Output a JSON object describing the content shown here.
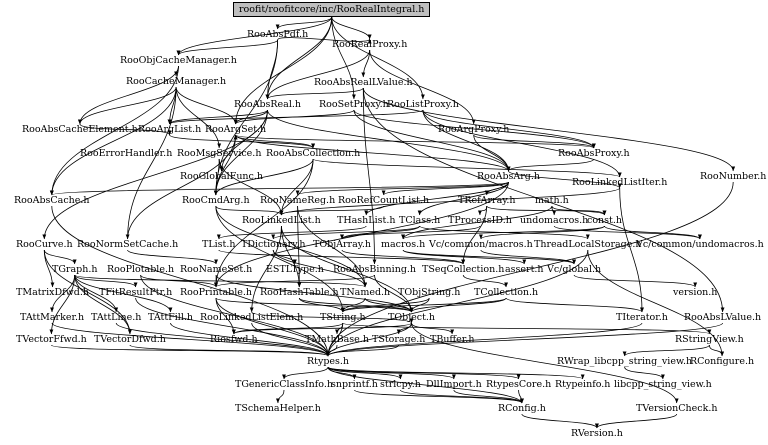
{
  "graph": {
    "root": "roofit/roofitcore/inc/RooRealIntegral.h",
    "colors": {
      "edge": "#000000",
      "root_fill": "#bfbfbf",
      "background": "#ffffff"
    },
    "nodes": [
      {
        "id": "root",
        "label": "roofit/roofitcore/inc/RooRealIntegral.h"
      },
      {
        "id": "RooAbsPdf",
        "label": "RooAbsPdf.h"
      },
      {
        "id": "RooRealProxy",
        "label": "RooRealProxy.h"
      },
      {
        "id": "RooObjCacheManager",
        "label": "RooObjCacheManager.h"
      },
      {
        "id": "RooAbsRealLValue",
        "label": "RooAbsRealLValue.h"
      },
      {
        "id": "RooCacheManager",
        "label": "RooCacheManager.h"
      },
      {
        "id": "RooAbsReal",
        "label": "RooAbsReal.h"
      },
      {
        "id": "RooSetProxy",
        "label": "RooSetProxy.h"
      },
      {
        "id": "RooListProxy",
        "label": "RooListProxy.h"
      },
      {
        "id": "RooAbsCacheElement",
        "label": "RooAbsCacheElement.h"
      },
      {
        "id": "RooArgList",
        "label": "RooArgList.h"
      },
      {
        "id": "RooArgSet",
        "label": "RooArgSet.h"
      },
      {
        "id": "RooArgProxy",
        "label": "RooArgProxy.h"
      },
      {
        "id": "RooErrorHandler",
        "label": "RooErrorHandler.h"
      },
      {
        "id": "RooMsgService",
        "label": "RooMsgService.h"
      },
      {
        "id": "RooAbsCollection",
        "label": "RooAbsCollection.h"
      },
      {
        "id": "RooAbsProxy",
        "label": "RooAbsProxy.h"
      },
      {
        "id": "RooGlobalFunc",
        "label": "RooGlobalFunc.h"
      },
      {
        "id": "RooAbsArg",
        "label": "RooAbsArg.h"
      },
      {
        "id": "RooNumber",
        "label": "RooNumber.h"
      },
      {
        "id": "RooAbsCache",
        "label": "RooAbsCache.h"
      },
      {
        "id": "RooCmdArg",
        "label": "RooCmdArg.h"
      },
      {
        "id": "RooNameReg",
        "label": "RooNameReg.h"
      },
      {
        "id": "RooRefCountList",
        "label": "RooRefCountList.h"
      },
      {
        "id": "TRefArray",
        "label": "TRefArray.h"
      },
      {
        "id": "math",
        "label": "math.h"
      },
      {
        "id": "RooLinkedListIter",
        "label": "RooLinkedListIter.h"
      },
      {
        "id": "RooLinkedList",
        "label": "RooLinkedList.h"
      },
      {
        "id": "THashList",
        "label": "THashList.h"
      },
      {
        "id": "TClass",
        "label": "TClass.h"
      },
      {
        "id": "TProcessID",
        "label": "TProcessID.h"
      },
      {
        "id": "undomacros",
        "label": "undomacros.h"
      },
      {
        "id": "const",
        "label": "const.h"
      },
      {
        "id": "RooCurve",
        "label": "RooCurve.h"
      },
      {
        "id": "RooNormSetCache",
        "label": "RooNormSetCache.h"
      },
      {
        "id": "TList",
        "label": "TList.h"
      },
      {
        "id": "TDictionary",
        "label": "TDictionary.h"
      },
      {
        "id": "TObjArray",
        "label": "TObjArray.h"
      },
      {
        "id": "macros",
        "label": "macros.h"
      },
      {
        "id": "VcMacros",
        "label": "Vc/common/macros.h"
      },
      {
        "id": "ThreadLocalStorage",
        "label": "ThreadLocalStorage.h"
      },
      {
        "id": "VcUndomacros",
        "label": "Vc/common/undomacros.h"
      },
      {
        "id": "TGraph",
        "label": "TGraph.h"
      },
      {
        "id": "RooPlotable",
        "label": "RooPlotable.h"
      },
      {
        "id": "RooNameSet",
        "label": "RooNameSet.h"
      },
      {
        "id": "ESTLType",
        "label": "ESTLType.h"
      },
      {
        "id": "RooAbsBinning",
        "label": "RooAbsBinning.h"
      },
      {
        "id": "TSeqCollection",
        "label": "TSeqCollection.h"
      },
      {
        "id": "assert",
        "label": "assert.h"
      },
      {
        "id": "VcGlobal",
        "label": "Vc/global.h"
      },
      {
        "id": "TMatrixDfwd",
        "label": "TMatrixDfwd.h"
      },
      {
        "id": "TFitResultPtr",
        "label": "TFitResultPtr.h"
      },
      {
        "id": "RooPrintable",
        "label": "RooPrintable.h"
      },
      {
        "id": "RooHashTable",
        "label": "RooHashTable.h"
      },
      {
        "id": "TNamed",
        "label": "TNamed.h"
      },
      {
        "id": "TObjString",
        "label": "TObjString.h"
      },
      {
        "id": "TCollection",
        "label": "TCollection.h"
      },
      {
        "id": "version",
        "label": "version.h"
      },
      {
        "id": "TAttMarker",
        "label": "TAttMarker.h"
      },
      {
        "id": "TAttLine",
        "label": "TAttLine.h"
      },
      {
        "id": "TAttFill",
        "label": "TAttFill.h"
      },
      {
        "id": "RooLinkedListElem",
        "label": "RooLinkedListElem.h"
      },
      {
        "id": "TString",
        "label": "TString.h"
      },
      {
        "id": "TObject",
        "label": "TObject.h"
      },
      {
        "id": "TIterator",
        "label": "TIterator.h"
      },
      {
        "id": "RooAbsLValue",
        "label": "RooAbsLValue.h"
      },
      {
        "id": "TVectorFfwd",
        "label": "TVectorFfwd.h"
      },
      {
        "id": "TVectorDfwd",
        "label": "TVectorDfwd.h"
      },
      {
        "id": "Riosfwd",
        "label": "Riosfwd.h"
      },
      {
        "id": "TMathBase",
        "label": "TMathBase.h"
      },
      {
        "id": "TStorage",
        "label": "TStorage.h"
      },
      {
        "id": "TBuffer",
        "label": "TBuffer.h"
      },
      {
        "id": "RStringView",
        "label": "RStringView.h"
      },
      {
        "id": "Rtypes",
        "label": "Rtypes.h"
      },
      {
        "id": "RWrap",
        "label": "RWrap_libcpp_string_view.h"
      },
      {
        "id": "RConfigure",
        "label": "RConfigure.h"
      },
      {
        "id": "TGenericClassInfo",
        "label": "TGenericClassInfo.h"
      },
      {
        "id": "snprintf",
        "label": "snprintf.h"
      },
      {
        "id": "strlcpy",
        "label": "strlcpy.h"
      },
      {
        "id": "DllImport",
        "label": "DllImport.h"
      },
      {
        "id": "RtypesCore",
        "label": "RtypesCore.h"
      },
      {
        "id": "Rtypeinfo",
        "label": "Rtypeinfo.h"
      },
      {
        "id": "libcpp",
        "label": "libcpp_string_view.h"
      },
      {
        "id": "TSchemaHelper",
        "label": "TSchemaHelper.h"
      },
      {
        "id": "RConfig",
        "label": "RConfig.h"
      },
      {
        "id": "TVersionCheck",
        "label": "TVersionCheck.h"
      },
      {
        "id": "RVersion",
        "label": "RVersion.h"
      }
    ],
    "edges": [
      [
        "root",
        "RooAbsPdf"
      ],
      [
        "root",
        "RooRealProxy"
      ],
      [
        "root",
        "RooObjCacheManager"
      ],
      [
        "root",
        "RooArgSet"
      ],
      [
        "root",
        "RooAbsReal"
      ],
      [
        "root",
        "RooListProxy"
      ],
      [
        "root",
        "RooSetProxy"
      ],
      [
        "RooAbsPdf",
        "RooAbsReal"
      ],
      [
        "RooAbsPdf",
        "RooRealProxy"
      ],
      [
        "RooAbsPdf",
        "RooObjCacheManager"
      ],
      [
        "RooAbsPdf",
        "RooCmdArg"
      ],
      [
        "RooRealProxy",
        "RooAbsRealLValue"
      ],
      [
        "RooRealProxy",
        "RooArgProxy"
      ],
      [
        "RooRealProxy",
        "RooAbsReal"
      ],
      [
        "RooObjCacheManager",
        "RooCacheManager"
      ],
      [
        "RooObjCacheManager",
        "RooAbsCacheElement"
      ],
      [
        "RooObjCacheManager",
        "RooAbsCache"
      ],
      [
        "RooAbsRealLValue",
        "RooAbsReal"
      ],
      [
        "RooAbsRealLValue",
        "RooNumber"
      ],
      [
        "RooAbsRealLValue",
        "RooAbsLValue"
      ],
      [
        "RooAbsRealLValue",
        "RooAbsBinning"
      ],
      [
        "RooCacheManager",
        "RooAbsCache"
      ],
      [
        "RooCacheManager",
        "RooAbsCacheElement"
      ],
      [
        "RooCacheManager",
        "RooMsgService"
      ],
      [
        "RooCacheManager",
        "RooNormSetCache"
      ],
      [
        "RooCacheManager",
        "RooArgList"
      ],
      [
        "RooCacheManager",
        "RooArgSet"
      ],
      [
        "RooAbsReal",
        "RooAbsArg"
      ],
      [
        "RooAbsReal",
        "RooCmdArg"
      ],
      [
        "RooAbsReal",
        "RooCurve"
      ],
      [
        "RooAbsReal",
        "RooArgSet"
      ],
      [
        "RooAbsReal",
        "RooArgList"
      ],
      [
        "RooAbsReal",
        "RooGlobalFunc"
      ],
      [
        "RooSetProxy",
        "RooArgSet"
      ],
      [
        "RooSetProxy",
        "RooAbsProxy"
      ],
      [
        "RooSetProxy",
        "RooAbsArg"
      ],
      [
        "RooListProxy",
        "RooArgList"
      ],
      [
        "RooListProxy",
        "RooAbsProxy"
      ],
      [
        "RooListProxy",
        "RooAbsArg"
      ],
      [
        "RooListProxy",
        "RooLinkedListIter"
      ],
      [
        "RooAbsCacheElement",
        "RooArgList"
      ],
      [
        "RooArgList",
        "RooAbsCollection"
      ],
      [
        "RooArgSet",
        "RooAbsCollection"
      ],
      [
        "RooArgSet",
        "RooAbsArg"
      ],
      [
        "RooArgProxy",
        "RooAbsProxy"
      ],
      [
        "RooArgProxy",
        "RooAbsArg"
      ],
      [
        "RooMsgService",
        "RooGlobalFunc"
      ],
      [
        "RooMsgService",
        "RooCmdArg"
      ],
      [
        "RooMsgService",
        "RooLinkedList"
      ],
      [
        "RooAbsCollection",
        "RooPrintable"
      ],
      [
        "RooAbsCollection",
        "RooLinkedList"
      ],
      [
        "RooAbsCollection",
        "RooCmdArg"
      ],
      [
        "RooAbsCollection",
        "RooLinkedListIter"
      ],
      [
        "RooAbsProxy",
        "RooAbsArg"
      ],
      [
        "RooAbsProxy",
        "RooArgSet"
      ],
      [
        "RooAbsArg",
        "RooPrintable"
      ],
      [
        "RooAbsArg",
        "RooRefCountList"
      ],
      [
        "RooAbsArg",
        "RooNameReg"
      ],
      [
        "RooAbsArg",
        "THashList"
      ],
      [
        "RooAbsArg",
        "TRefArray"
      ],
      [
        "RooAbsArg",
        "RooLinkedListIter"
      ],
      [
        "RooAbsArg",
        "RooAbsCache"
      ],
      [
        "RooAbsArg",
        "TClass"
      ],
      [
        "RooNumber",
        "Rtypes"
      ],
      [
        "RooAbsCache",
        "Rtypes"
      ],
      [
        "RooCmdArg",
        "RooLinkedList"
      ],
      [
        "RooCmdArg",
        "TNamed"
      ],
      [
        "RooCmdArg",
        "TString"
      ],
      [
        "RooCmdArg",
        "RooArgSet"
      ],
      [
        "RooNameReg",
        "TNamed"
      ],
      [
        "RooNameReg",
        "RooHashTable"
      ],
      [
        "RooRefCountList",
        "RooLinkedList"
      ],
      [
        "TRefArray",
        "TProcessID"
      ],
      [
        "TRefArray",
        "TSeqCollection"
      ],
      [
        "TRefArray",
        "const"
      ],
      [
        "math",
        "macros"
      ],
      [
        "math",
        "undomacros"
      ],
      [
        "math",
        "const"
      ],
      [
        "RooLinkedListIter",
        "TIterator"
      ],
      [
        "RooLinkedListIter",
        "RooLinkedList"
      ],
      [
        "RooLinkedList",
        "TObject"
      ],
      [
        "RooLinkedList",
        "RooLinkedListElem"
      ],
      [
        "RooLinkedList",
        "RooHashTable"
      ],
      [
        "THashList",
        "TList"
      ],
      [
        "TClass",
        "TDictionary"
      ],
      [
        "TClass",
        "TObjArray"
      ],
      [
        "TClass",
        "ThreadLocalStorage"
      ],
      [
        "TProcessID",
        "TObjArray"
      ],
      [
        "const",
        "macros"
      ],
      [
        "const",
        "VcMacros"
      ],
      [
        "const",
        "VcUndomacros"
      ],
      [
        "undomacros",
        "VcUndomacros"
      ],
      [
        "RooCurve",
        "TGraph"
      ],
      [
        "RooCurve",
        "TMatrixDfwd"
      ],
      [
        "RooCurve",
        "TVectorDfwd"
      ],
      [
        "RooNormSetCache",
        "RooNameSet"
      ],
      [
        "RooNormSetCache",
        "RooArgSet"
      ],
      [
        "TList",
        "TSeqCollection"
      ],
      [
        "TDictionary",
        "TNamed"
      ],
      [
        "TDictionary",
        "ESTLType"
      ],
      [
        "TObjArray",
        "TSeqCollection"
      ],
      [
        "macros",
        "assert"
      ],
      [
        "macros",
        "VcGlobal"
      ],
      [
        "VcMacros",
        "VcGlobal"
      ],
      [
        "ThreadLocalStorage",
        "RConfigure"
      ],
      [
        "ThreadLocalStorage",
        "Rtypes"
      ],
      [
        "VcGlobal",
        "version"
      ],
      [
        "TGraph",
        "TNamed"
      ],
      [
        "TGraph",
        "TAttLine"
      ],
      [
        "TGraph",
        "TAttFill"
      ],
      [
        "TGraph",
        "TAttMarker"
      ],
      [
        "TGraph",
        "TVectorFfwd"
      ],
      [
        "TGraph",
        "TVectorDfwd"
      ],
      [
        "TGraph",
        "TFitResultPtr"
      ],
      [
        "RooPlotable",
        "RooPrintable"
      ],
      [
        "RooPlotable",
        "Rtypes"
      ],
      [
        "RooNameSet",
        "TObject"
      ],
      [
        "RooNameSet",
        "RooPrintable"
      ],
      [
        "RooAbsBinning",
        "TObject"
      ],
      [
        "RooAbsBinning",
        "RooPrintable"
      ],
      [
        "TSeqCollection",
        "TCollection"
      ],
      [
        "TFitResultPtr",
        "Rtypes"
      ],
      [
        "RooPrintable",
        "Riosfwd"
      ],
      [
        "RooPrintable",
        "TObject"
      ],
      [
        "RooPrintable",
        "Rtypes"
      ],
      [
        "RooHashTable",
        "TObject"
      ],
      [
        "RooHashTable",
        "TString"
      ],
      [
        "TNamed",
        "TString"
      ],
      [
        "TNamed",
        "TObject"
      ],
      [
        "TObjString",
        "TString"
      ],
      [
        "TObjString",
        "TObject"
      ],
      [
        "TCollection",
        "TObject"
      ],
      [
        "TCollection",
        "TIterator"
      ],
      [
        "TCollection",
        "TString"
      ],
      [
        "TAttMarker",
        "Rtypes"
      ],
      [
        "TAttLine",
        "Rtypes"
      ],
      [
        "TAttFill",
        "Rtypes"
      ],
      [
        "RooLinkedListElem",
        "TObject"
      ],
      [
        "RooLinkedListElem",
        "Rtypes"
      ],
      [
        "TString",
        "TMathBase"
      ],
      [
        "TString",
        "Riosfwd"
      ],
      [
        "TString",
        "RStringView"
      ],
      [
        "TString",
        "Rtypes"
      ],
      [
        "TObject",
        "Rtypes"
      ],
      [
        "TObject",
        "TStorage"
      ],
      [
        "TObject",
        "TBuffer"
      ],
      [
        "TObject",
        "TVersionCheck"
      ],
      [
        "TObject",
        "Riosfwd"
      ],
      [
        "TIterator",
        "Rtypes"
      ],
      [
        "RooAbsLValue",
        "Rtypes"
      ],
      [
        "TVectorFfwd",
        "Rtypes"
      ],
      [
        "TVectorDfwd",
        "Rtypes"
      ],
      [
        "TMathBase",
        "Rtypes"
      ],
      [
        "TStorage",
        "Rtypes"
      ],
      [
        "RStringView",
        "RConfigure"
      ],
      [
        "RStringView",
        "RWrap"
      ],
      [
        "RWrap",
        "libcpp"
      ],
      [
        "Rtypes",
        "TGenericClassInfo"
      ],
      [
        "Rtypes",
        "snprintf"
      ],
      [
        "Rtypes",
        "strlcpy"
      ],
      [
        "Rtypes",
        "DllImport"
      ],
      [
        "Rtypes",
        "RtypesCore"
      ],
      [
        "Rtypes",
        "Rtypeinfo"
      ],
      [
        "Rtypes",
        "RConfig"
      ],
      [
        "TGenericClassInfo",
        "TSchemaHelper"
      ],
      [
        "snprintf",
        "RConfig"
      ],
      [
        "strlcpy",
        "RConfig"
      ],
      [
        "DllImport",
        "RConfig"
      ],
      [
        "RtypesCore",
        "RConfig"
      ],
      [
        "RConfig",
        "RVersion"
      ],
      [
        "TVersionCheck",
        "RVersion"
      ]
    ]
  }
}
